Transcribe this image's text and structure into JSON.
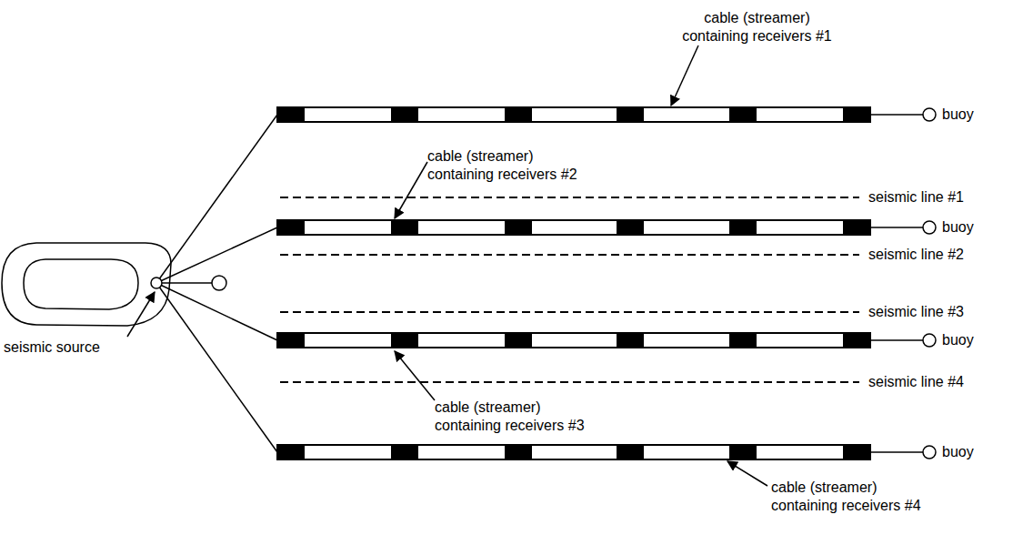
{
  "diagram": {
    "labels": [
      "cable (streamer) containing receivers #1",
      "cable (streamer) containing receivers #2",
      "cable (streamer) containing receivers #3",
      "cable (streamer) containing receivers #4",
      "seismic line #1",
      "seismic line #2",
      "seismic line #3",
      "seismic line #4",
      "buoy",
      "buoy",
      "buoy",
      "buoy",
      "seismic source"
    ]
  }
}
